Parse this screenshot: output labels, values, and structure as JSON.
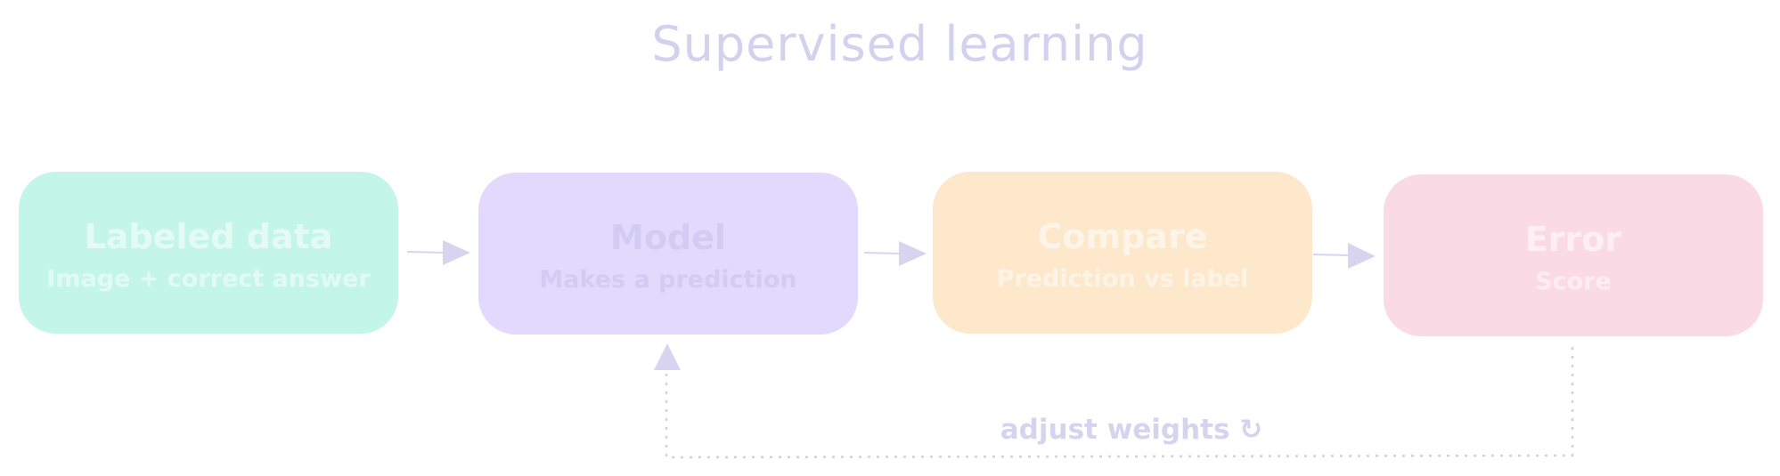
{
  "title": "Supervised learning",
  "nodes": [
    {
      "title": "Labeled data",
      "subtitle": "Image + correct answer",
      "color": "#c3f6e6"
    },
    {
      "title": "Model",
      "subtitle": "Makes a prediction",
      "color": "#e1dafc"
    },
    {
      "title": "Compare",
      "subtitle": "Prediction vs label",
      "color": "#fde8cc"
    },
    {
      "title": "Error",
      "subtitle": "Score",
      "color": "#fadbe5"
    }
  ],
  "feedback": {
    "label": "adjust weights ↻"
  },
  "colors": {
    "title": "#d4d1ee",
    "arrow": "#d8d4f0",
    "dotted_line": "#d2d2d6"
  }
}
